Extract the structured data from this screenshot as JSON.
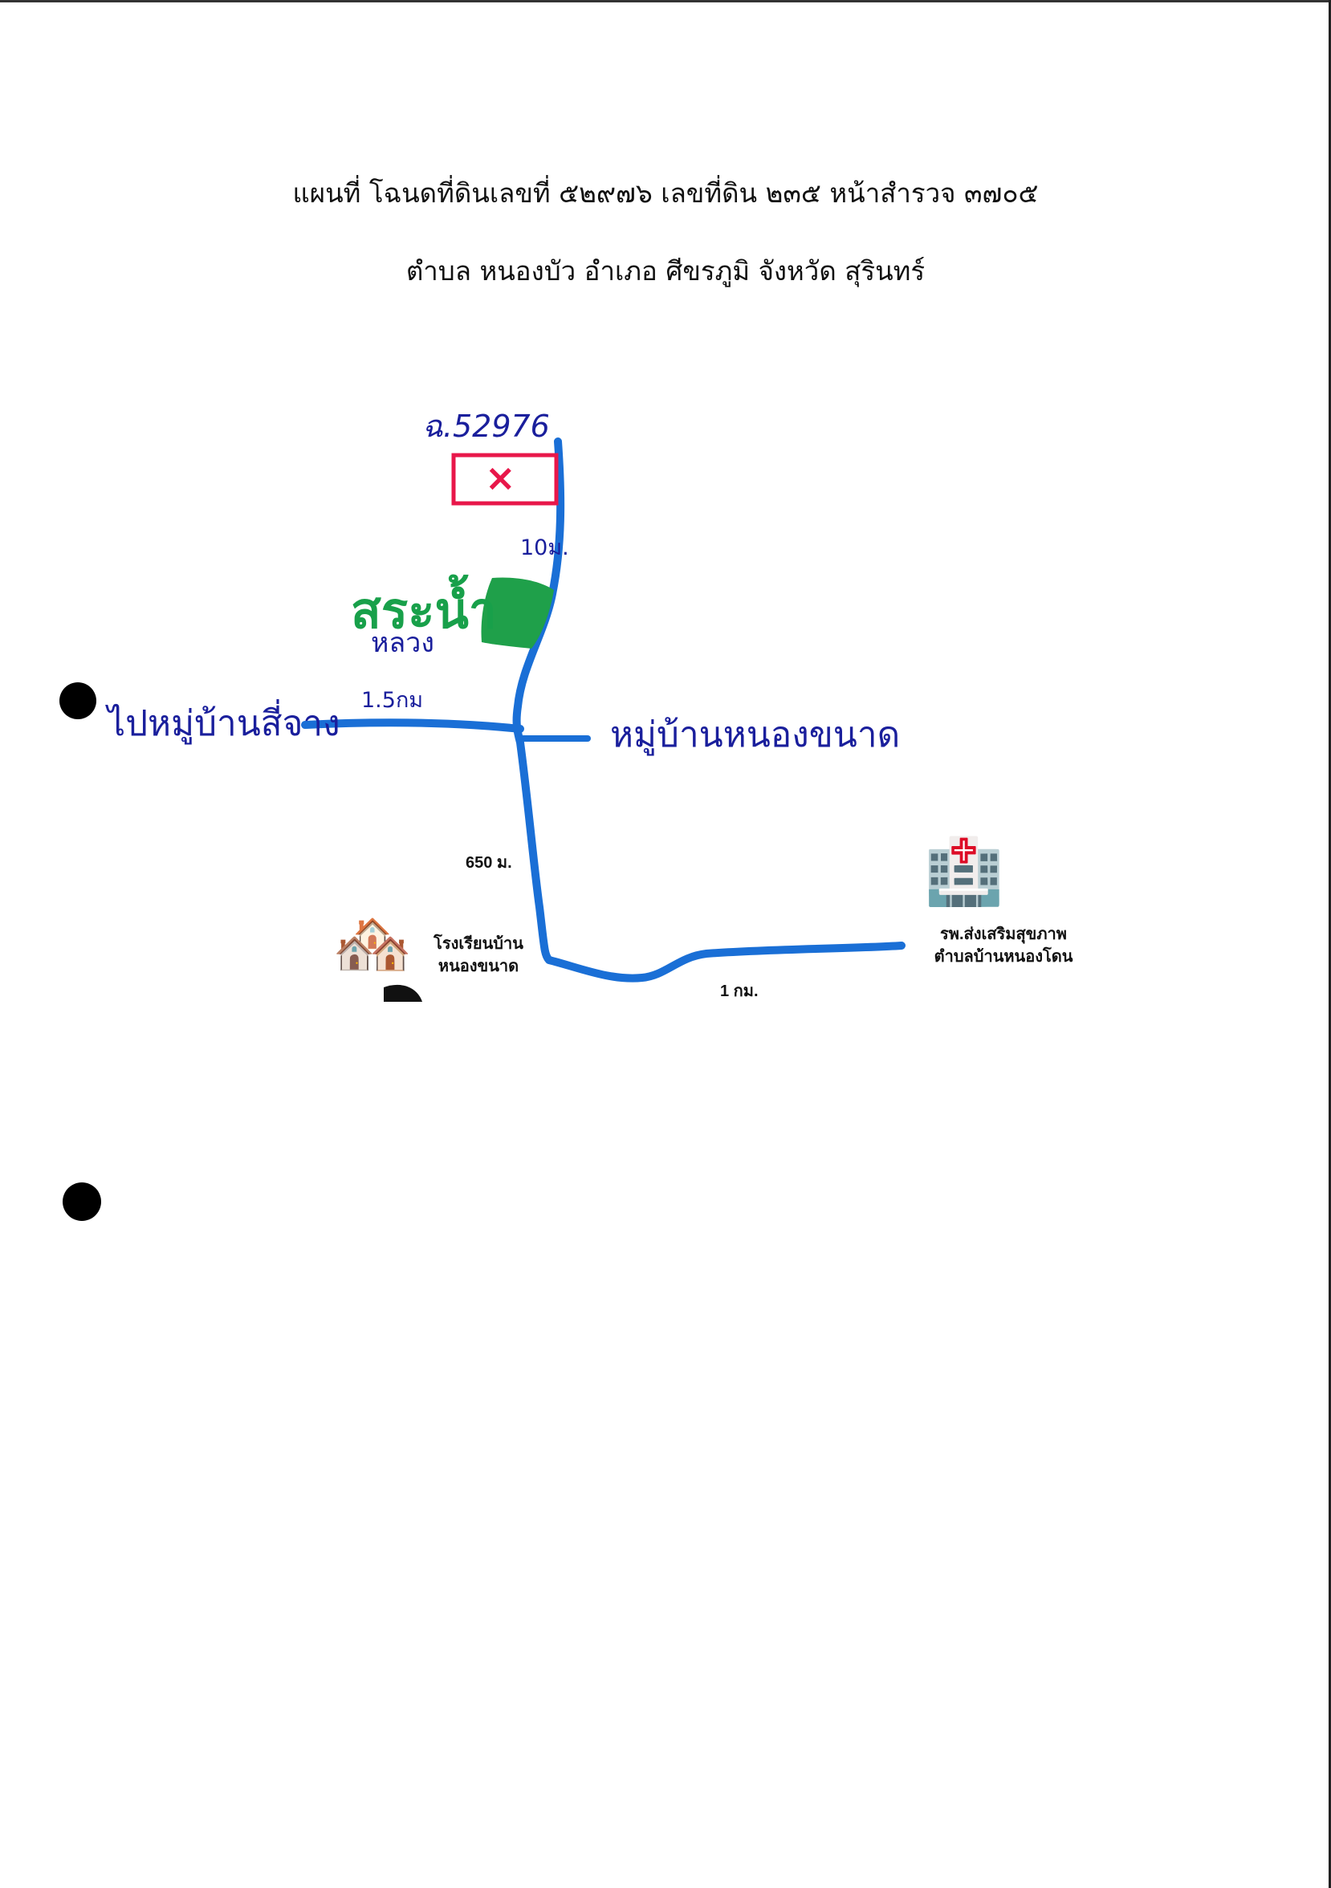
{
  "title": {
    "line1": "แผนที่ โฉนดที่ดินเลขที่ ๕๒๙๗๖ เลขที่ดิน ๒๓๕ หน้าสำรวจ ๓๗๐๕",
    "line2": "ตำบล หนองบัว อำเภอ ศีขรภูมิ จังหวัด สุรินทร์"
  },
  "map": {
    "deed_label": "ฉ.52976",
    "plot_mark": "×",
    "plot_distance": "10ม.",
    "pond_label_main": "สระน้ำ",
    "pond_label_sub": "หลวง",
    "west_road_distance": "1.5กม",
    "west_destination": "ไปหมู่บ้านสี่จาง",
    "east_destination": "หมู่บ้านหนองขนาด",
    "south_road_distance": "650 ม.",
    "school": {
      "name_line1": "โรงเรียนบ้าน",
      "name_line2": "หนองขนาด",
      "icon": "houses-icon"
    },
    "hospital": {
      "name_line1": "รพ.ส่งเสริมสุขภาพ",
      "name_line2": "ตำบลบ้านหนองโดน",
      "icon": "hospital-icon"
    },
    "east_road_distance": "1 กม.",
    "colors": {
      "road": "#1a6fd6",
      "plot": "#e8174a",
      "pond": "#1fa04a",
      "handwriting": "#1a1f9c"
    }
  }
}
